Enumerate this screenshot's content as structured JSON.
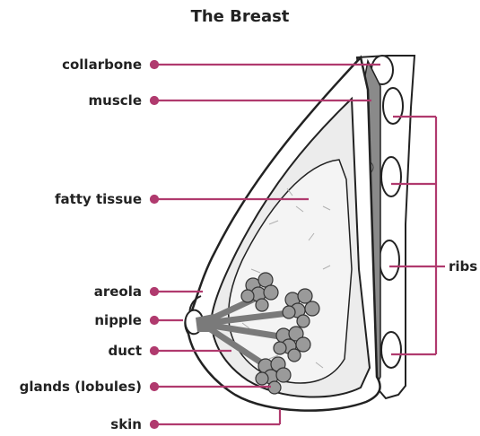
{
  "title": "The Breast",
  "labels": {
    "collarbone": "collarbone",
    "muscle": "muscle",
    "fatty_tissue": "fatty tissue",
    "areola": "areola",
    "nipple": "nipple",
    "duct": "duct",
    "glands": "glands (lobules)",
    "skin": "skin",
    "ribs": "ribs"
  },
  "colors": {
    "leader_line": "#b03a6e",
    "outline": "#222222",
    "tissue_fill": "#ececec",
    "muscle_fill": "#8a8a8a",
    "duct_fill": "#7a7a7a",
    "lobule_fill": "#9a9a9a"
  }
}
